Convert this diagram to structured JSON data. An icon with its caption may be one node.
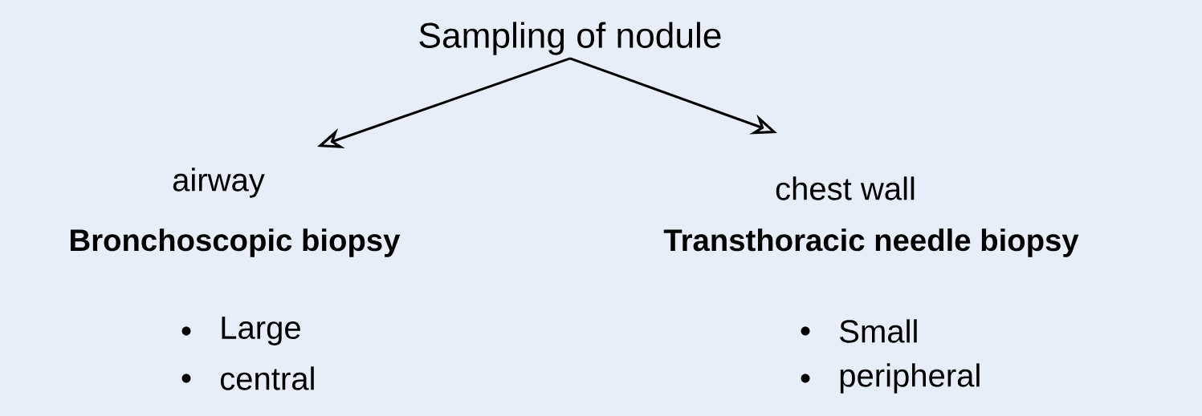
{
  "diagram": {
    "nodes": [
      {
        "text": [
          "Sampling of nodule"
        ]
      },
      {
        "text": [
          "airway"
        ]
      },
      {
        "text": [
          "chest wall"
        ]
      }
    ],
    "edges": [
      {
        "from": 0,
        "to": 1,
        "arrow": "to"
      },
      {
        "from": 0,
        "to": 2,
        "arrow": "to"
      }
    ],
    "labels": [
      "Bronchoscopic biopsy",
      "Transthoracic needle biopsy",
      "Large",
      "Small",
      "central",
      "peripheral"
    ]
  }
}
